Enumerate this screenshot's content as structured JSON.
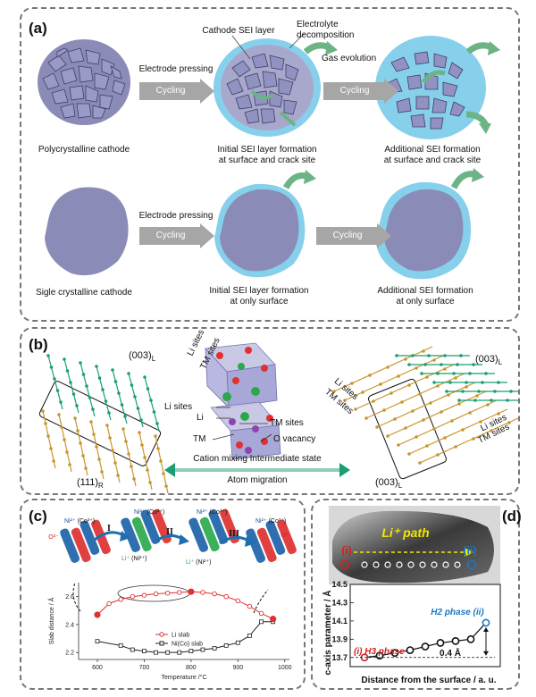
{
  "panel_a": {
    "label": "(a)",
    "poly_caption": "Polycrystalline cathode",
    "electrode_pressing": "Electrode pressing",
    "cycling": "Cycling",
    "cathode_sei": "Cathode SEI layer",
    "electrolyte_decomp_1": "Electrolyte",
    "electrolyte_decomp_2": "decomposition",
    "gas_evolution": "Gas evolution",
    "initial_sei_crack_1": "Initial SEI layer formation",
    "initial_sei_crack_2": "at surface and crack site",
    "additional_sei_crack_1": "Additional SEI formation",
    "additional_sei_crack_2": "at surface and crack site",
    "single_caption": "Sigle crystalline cathode",
    "initial_sei_surface_1": "Initial SEI layer formation",
    "initial_sei_surface_2": "at only surface",
    "additional_sei_surface_1": "Additional SEI formation",
    "additional_sei_surface_2": "at only surface"
  },
  "panel_b": {
    "label": "(b)",
    "left_003": "(003)",
    "left_003_sub": "L",
    "li_sites": "Li sites",
    "tm_sites": "TM sites",
    "left_111": "(111)",
    "left_111_sub": "R",
    "mid_li_sites": "Li sites",
    "mid_li": "Li",
    "mid_tm_sites": "TM sites",
    "mid_tm": "TM",
    "mid_o_vacancy": "O vacancy",
    "cation_mixing": "Cation mixing Intermediate state",
    "atom_migration": "Atom migration",
    "right_003_top": "(003)",
    "right_003_bottom": "(003)",
    "right_sub": "L",
    "right_li_sites": "Li sites",
    "right_tm_sites": "TM sites",
    "right_li_sites_2": "Li sites",
    "right_tm_sites_2": "TM sites"
  },
  "panel_c": {
    "label": "(c)",
    "stage_1": "I",
    "stage_2": "II",
    "stage_3": "III",
    "ni2": "Ni²⁺",
    "co3": "(Co³⁺)",
    "o2": "O²⁻",
    "li": "Li⁺",
    "ni2b": "(Ni²⁺)",
    "ylabel": "Slab distance / Å",
    "xlabel": "Temperature /°C",
    "legend_li": "Li slab",
    "legend_ni": "Ni(Co) slab"
  },
  "panel_d": {
    "label": "(d)",
    "li_path": "Li⁺ path",
    "marker_i": "(i)",
    "marker_ii": "(ii)",
    "ylabel": "c-axis parameter / Å",
    "xlabel": "Distance from the surface / a. u.",
    "h2": "H2 phase (ii)",
    "h3": "(i) H3 phase",
    "delta": "0.4 Å"
  },
  "chart_data": [
    {
      "type": "line",
      "xlabel": "Temperature /°C",
      "ylabel": "Slab distance / Å",
      "xlim": [
        560,
        1010
      ],
      "ylim": [
        2.15,
        2.7
      ],
      "xticks": [
        600,
        700,
        800,
        900,
        1000
      ],
      "yticks": [
        2.2,
        2.4,
        2.6
      ],
      "series": [
        {
          "name": "Li slab",
          "color": "#e03030",
          "x": [
            600,
            625,
            650,
            675,
            700,
            725,
            750,
            775,
            800,
            825,
            850,
            875,
            900,
            925,
            950,
            975
          ],
          "y": [
            2.47,
            2.55,
            2.58,
            2.6,
            2.61,
            2.62,
            2.625,
            2.63,
            2.635,
            2.63,
            2.62,
            2.6,
            2.57,
            2.53,
            2.48,
            2.44
          ]
        },
        {
          "name": "Ni(Co) slab",
          "color": "#222222",
          "x": [
            600,
            650,
            675,
            700,
            725,
            750,
            775,
            800,
            825,
            850,
            875,
            900,
            925,
            950,
            975
          ],
          "y": [
            2.28,
            2.25,
            2.22,
            2.21,
            2.2,
            2.2,
            2.2,
            2.21,
            2.22,
            2.23,
            2.25,
            2.27,
            2.32,
            2.42,
            2.42
          ]
        }
      ]
    },
    {
      "type": "scatter",
      "xlabel": "Distance from the surface / a. u.",
      "ylabel": "c-axis parameter / Å",
      "ylim": [
        13.6,
        14.5
      ],
      "yticks": [
        13.7,
        13.9,
        14.1,
        14.3,
        14.5
      ],
      "x": [
        1,
        2,
        3,
        4,
        5,
        6,
        7,
        8,
        9
      ],
      "y": [
        13.7,
        13.72,
        13.75,
        13.78,
        13.82,
        13.86,
        13.88,
        13.9,
        14.08
      ]
    }
  ],
  "colors": {
    "particle": "#8b8bb8",
    "sei": "#86d0ec",
    "gas": "#6cb386",
    "arrow": "#a6a6a6",
    "li_green": "#1a9e72",
    "tm_orange": "#c8962f",
    "h2_blue": "#1a78c8",
    "h3_red": "#d02020",
    "li_path_yellow": "#f2e600"
  }
}
